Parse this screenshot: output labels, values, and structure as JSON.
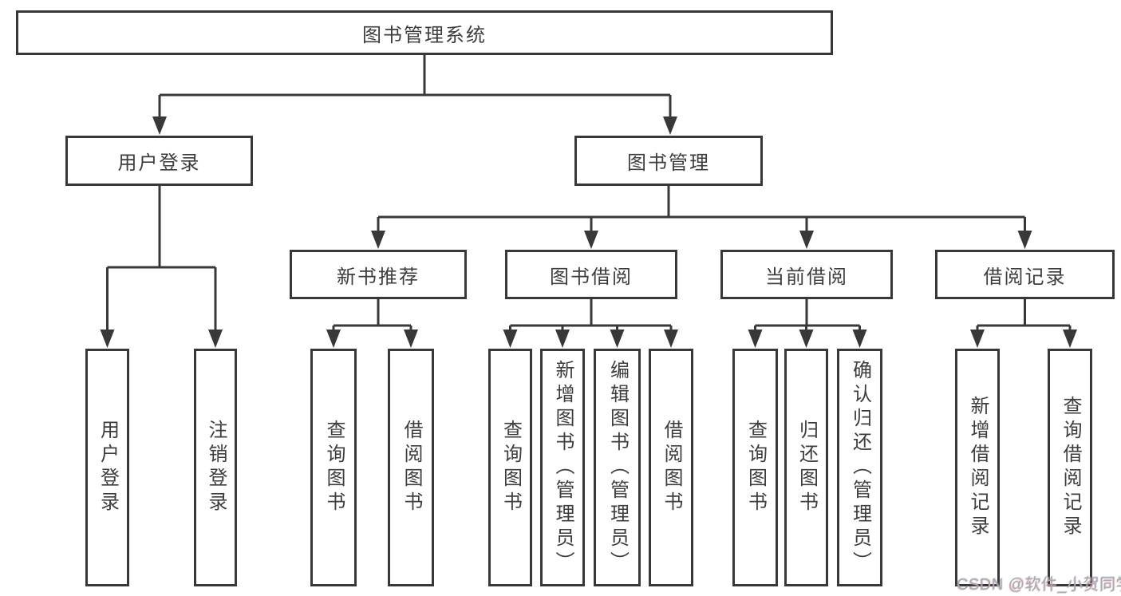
{
  "tree": {
    "root": {
      "label": "图书管理系统",
      "children": [
        {
          "label": "用户登录",
          "children": [
            {
              "label": "用户登录"
            },
            {
              "label": "注销登录"
            }
          ]
        },
        {
          "label": "图书管理",
          "children": [
            {
              "label": "新书推荐",
              "children": [
                {
                  "label": "查询图书"
                },
                {
                  "label": "借阅图书"
                }
              ]
            },
            {
              "label": "图书借阅",
              "children": [
                {
                  "label": "查询图书"
                },
                {
                  "label": "新增图书（管理员）"
                },
                {
                  "label": "编辑图书（管理员）"
                },
                {
                  "label": "借阅图书"
                }
              ]
            },
            {
              "label": "当前借阅",
              "children": [
                {
                  "label": "查询图书"
                },
                {
                  "label": "归还图书"
                },
                {
                  "label": "确认归还（管理员）"
                }
              ]
            },
            {
              "label": "借阅记录",
              "children": [
                {
                  "label": "新增借阅记录"
                },
                {
                  "label": "查询借阅记录"
                }
              ]
            }
          ]
        }
      ]
    }
  },
  "watermark": "CSDN @软件_小贺同学",
  "colors": {
    "line": "#383838",
    "box_border": "#383838",
    "box_fill": "#ffffff",
    "text": "#3d3d3d",
    "watermark": "#a9a9a9",
    "background": "#ffffff"
  }
}
